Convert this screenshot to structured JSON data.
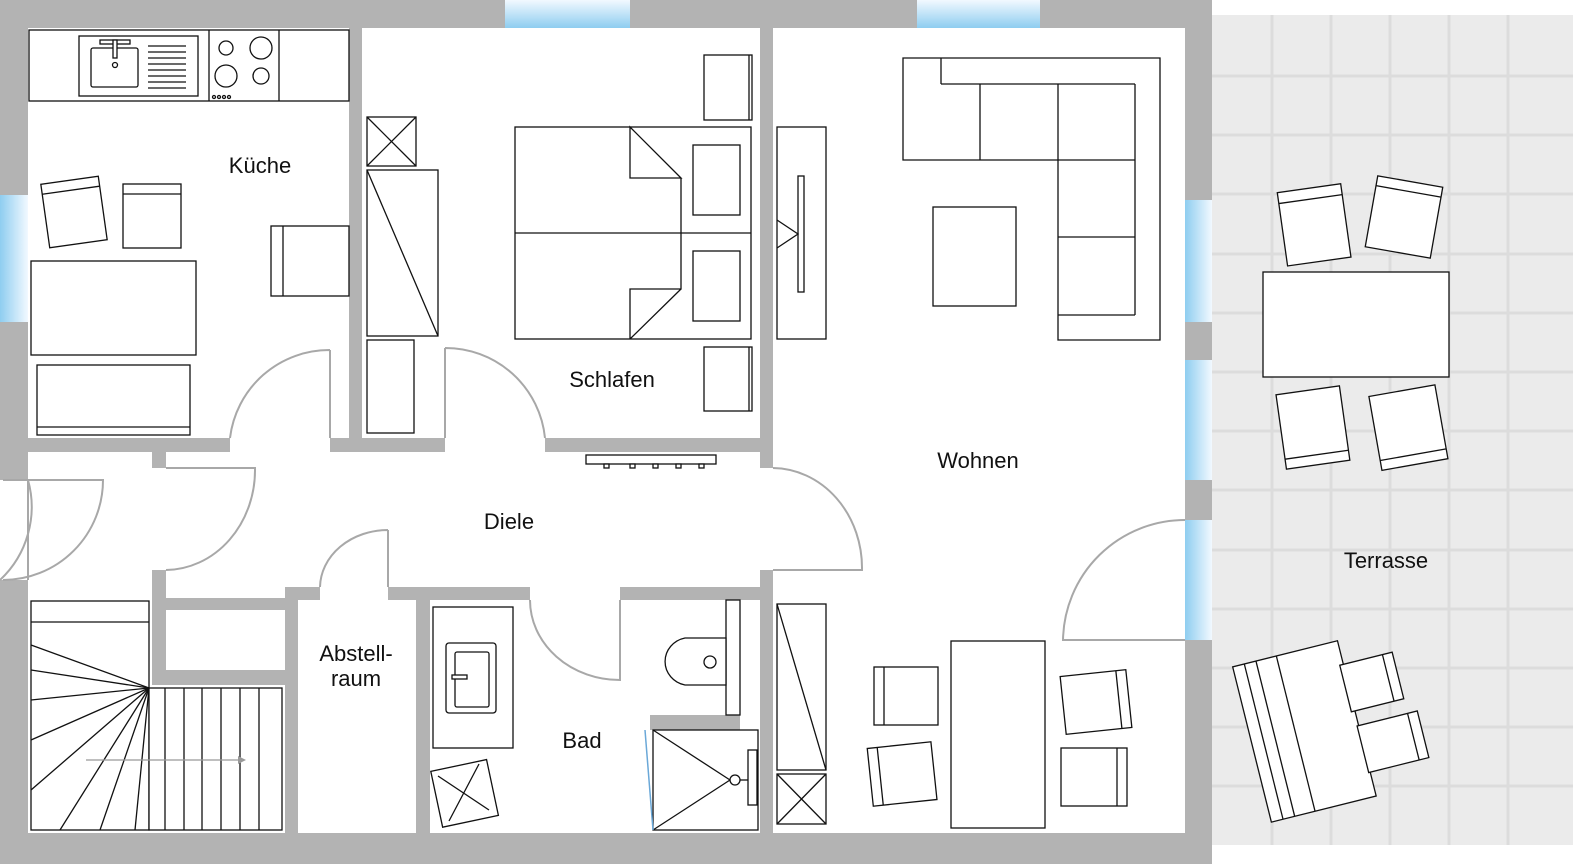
{
  "plan": {
    "rooms": {
      "kitchen": "Küche",
      "bedroom": "Schlafen",
      "living": "Wohnen",
      "hall": "Diele",
      "storage_line1": "Abstell-",
      "storage_line2": "raum",
      "bath": "Bad",
      "terrace": "Terrasse"
    },
    "colors": {
      "wall": "#b3b3b3",
      "terrace": "#ebebeb",
      "window": "#8ecdf0"
    }
  }
}
